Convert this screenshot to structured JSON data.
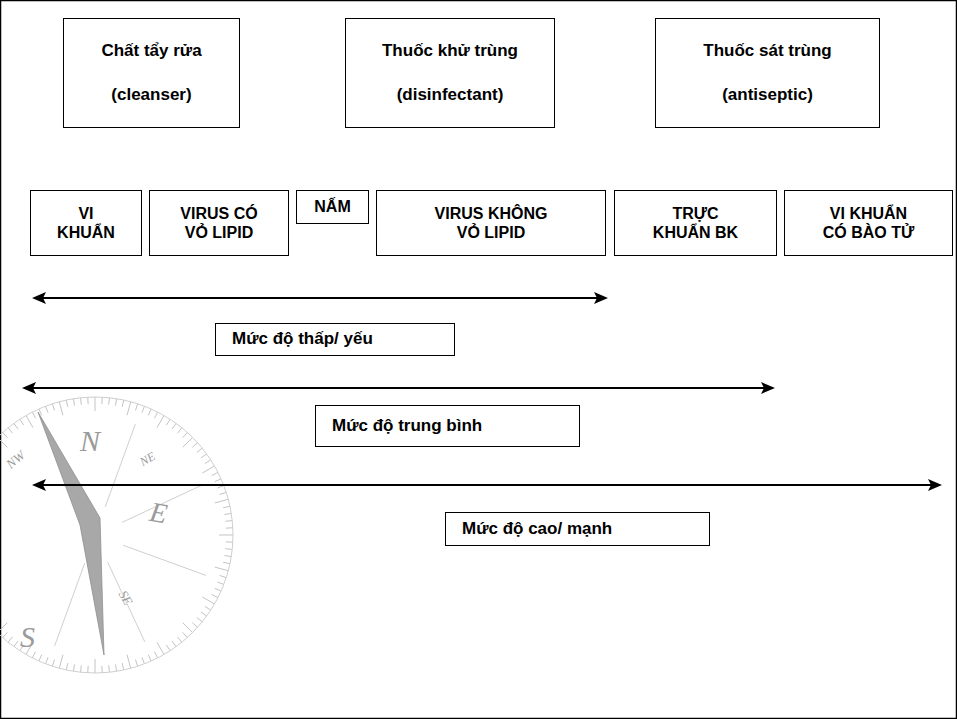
{
  "diagram": {
    "nodes": [
      {
        "text": [
          "Chất tẩy rửa",
          "(cleanser)"
        ]
      },
      {
        "text": [
          "Thuốc khử trùng",
          "(disinfectant)"
        ]
      },
      {
        "text": [
          "Thuốc sát trùng",
          "(antiseptic)"
        ]
      },
      {
        "text": [
          "VI KHUẨN"
        ]
      },
      {
        "text": [
          "VIRUS CÓ VỎ LIPID"
        ]
      },
      {
        "text": [
          "NẤM"
        ]
      },
      {
        "text": [
          "VIRUS KHÔNG VỎ LIPID"
        ]
      },
      {
        "text": [
          "TRỰC KHUẨN BK"
        ]
      },
      {
        "text": [
          "VI KHUẨN CÓ BÀO TỬ"
        ]
      },
      {
        "text": [
          "Mức độ thấp/ yếu"
        ]
      },
      {
        "text": [
          "Mức độ trung bình"
        ]
      },
      {
        "text": [
          "Mức độ cao/ mạnh"
        ]
      }
    ],
    "labels": [
      "NW",
      "N",
      "NE",
      "E",
      "SE",
      "S"
    ]
  }
}
